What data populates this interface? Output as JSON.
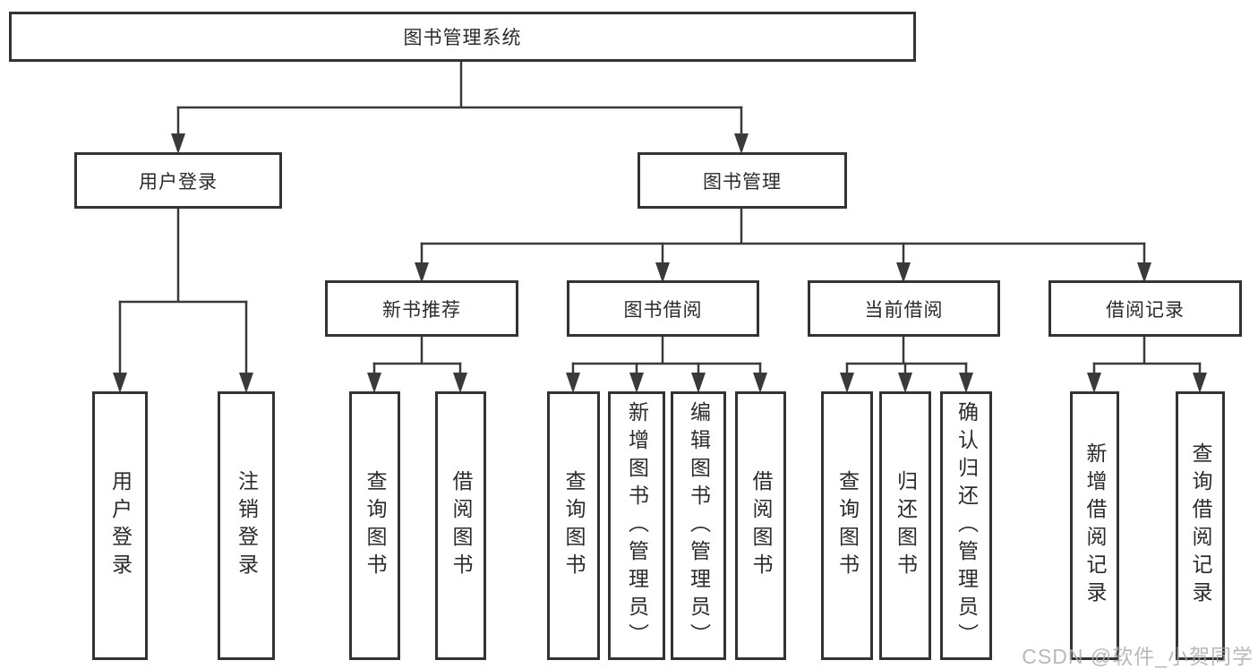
{
  "tree": {
    "root": "图书管理系统",
    "branches": [
      {
        "label": "用户登录",
        "children": [
          "用户登录",
          "注销登录"
        ]
      },
      {
        "label": "图书管理",
        "groups": [
          {
            "label": "新书推荐",
            "children": [
              "查询图书",
              "借阅图书"
            ]
          },
          {
            "label": "图书借阅",
            "children": [
              "查询图书",
              "新增图书（管理员）",
              "编辑图书（管理员）",
              "借阅图书"
            ]
          },
          {
            "label": "当前借阅",
            "children": [
              "查询图书",
              "归还图书",
              "确认归还（管理员）"
            ]
          },
          {
            "label": "借阅记录",
            "children": [
              "新增借阅记录",
              "查询借阅记录"
            ]
          }
        ]
      }
    ]
  },
  "watermark": "CSDN @软件_小贺同学",
  "colors": {
    "background": "#ffffff",
    "line": "#3a3a3a",
    "box_border": "#333333",
    "text": "#2b2b2b",
    "watermark": "#a8a8a8"
  }
}
